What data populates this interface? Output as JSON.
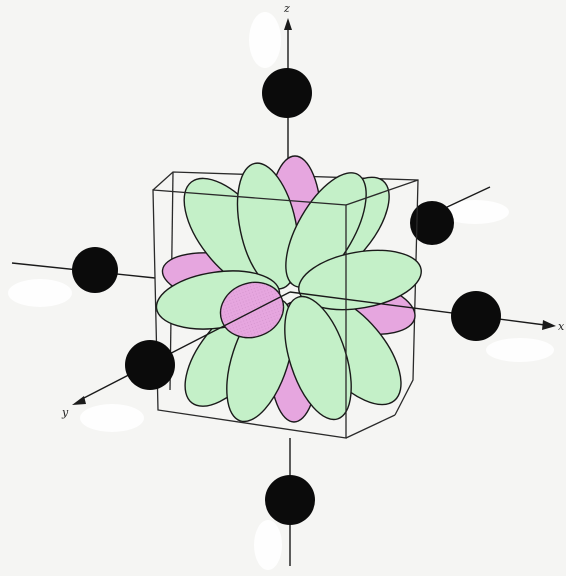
{
  "axes": {
    "z_label": "z",
    "x_label": "x",
    "y_label": "y"
  },
  "colors": {
    "lobe_green": "#c4f0c8",
    "lobe_pink": "#e6a6df",
    "ligand": "#0b0b0b",
    "outline": "#1a1a1a",
    "background": "#f5f5f3"
  }
}
